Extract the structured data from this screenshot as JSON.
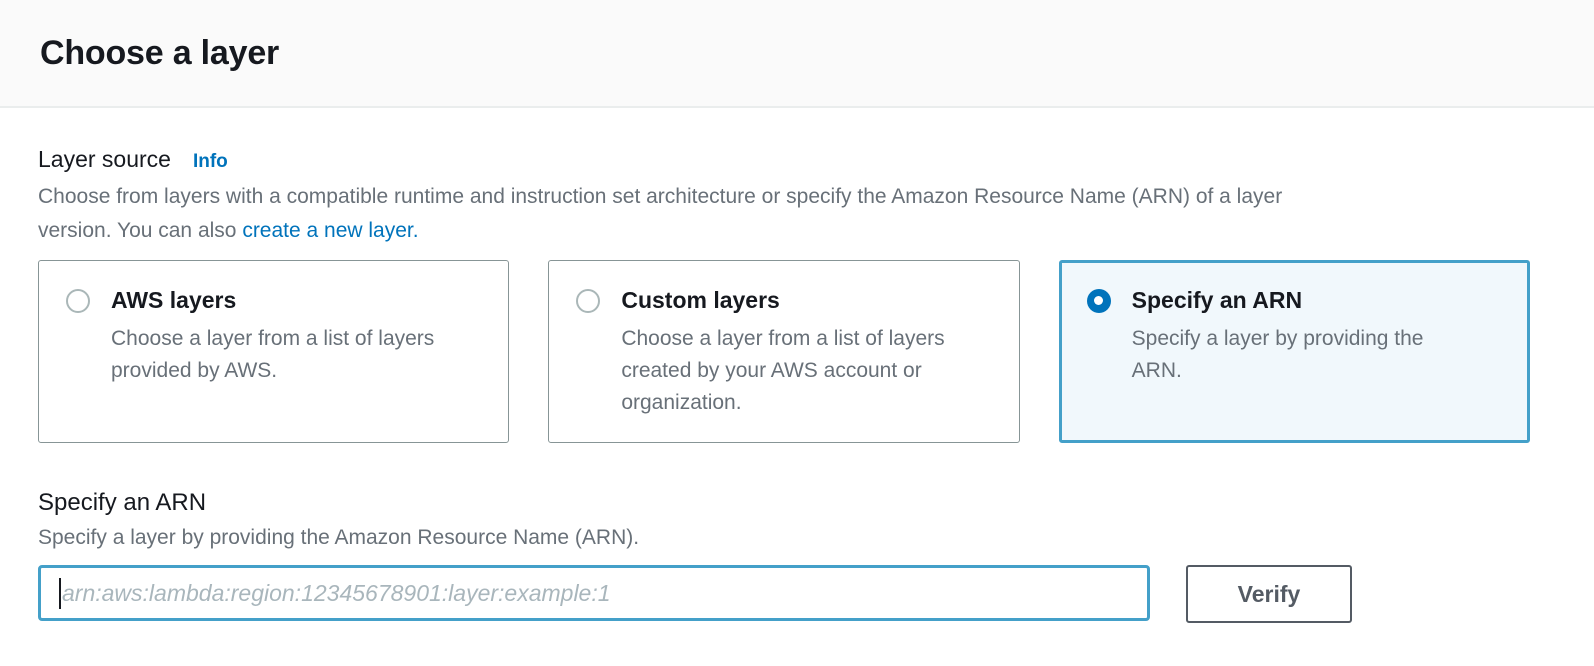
{
  "header": {
    "title": "Choose a layer"
  },
  "layer_source": {
    "label": "Layer source",
    "info_link": "Info",
    "description": {
      "line1": "Choose from layers with a compatible runtime and instruction set architecture or specify the Amazon Resource Name (ARN) of a layer",
      "line2_prefix": "version. You can also ",
      "link_text": "create a new layer."
    },
    "options": [
      {
        "title": "AWS layers",
        "description": "Choose a layer from a list of layers provided by AWS.",
        "selected": false
      },
      {
        "title": "Custom layers",
        "description": "Choose a layer from a list of layers created by your AWS account or organization.",
        "selected": false
      },
      {
        "title": "Specify an ARN",
        "description": "Specify a layer by providing the ARN.",
        "selected": true
      }
    ]
  },
  "arn_section": {
    "title": "Specify an ARN",
    "description": "Specify a layer by providing the Amazon Resource Name (ARN).",
    "input_value": "",
    "input_placeholder": "arn:aws:lambda:region:12345678901:layer:example:1",
    "verify_button_label": "Verify"
  },
  "colors": {
    "link_blue": "#0073bb",
    "radio_selected_blue": "#0073bb",
    "selected_tile_border": "#44a0c9",
    "selected_tile_bg": "#f1f8fc",
    "input_focus_border": "#44a0c9",
    "body_text": "#16191f",
    "secondary_text": "#687078"
  }
}
